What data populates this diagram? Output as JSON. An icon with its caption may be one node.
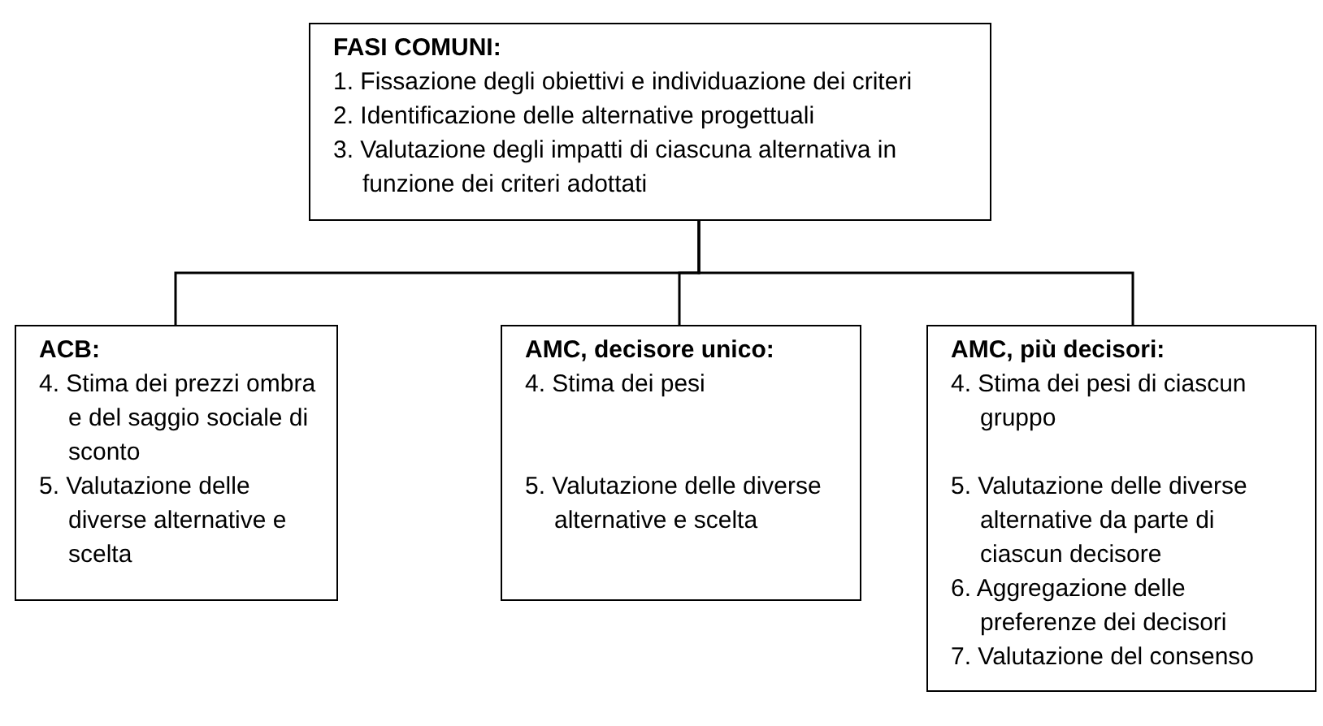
{
  "diagram": {
    "nodes": [
      {
        "text": [
          "FASI COMUNI:",
          "1. Fissazione degli obiettivi e individuazione dei criteri",
          "2. Identificazione delle alternative progettuali",
          "3. Valutazione degli impatti di ciascuna alternativa in funzione dei criteri adottati"
        ]
      },
      {
        "text": [
          "ACB:",
          "4. Stima dei prezzi ombra e del saggio sociale di sconto",
          "5. Valutazione delle diverse alternative e scelta"
        ]
      },
      {
        "text": [
          "AMC, decisore unico:",
          "4. Stima dei pesi",
          "5. Valutazione delle diverse alternative e scelta"
        ]
      },
      {
        "text": [
          "AMC, più decisori:",
          "4. Stima dei pesi di ciascun gruppo",
          "5. Valutazione delle diverse alternative da parte di ciascun decisore",
          "6. Aggregazione delle preferenze dei decisori",
          "7. Valutazione del consenso"
        ]
      }
    ],
    "edges": [
      {
        "from": 0,
        "to": 1,
        "arrow": "none"
      },
      {
        "from": 0,
        "to": 2,
        "arrow": "none"
      },
      {
        "from": 0,
        "to": 3,
        "arrow": "none"
      }
    ]
  }
}
